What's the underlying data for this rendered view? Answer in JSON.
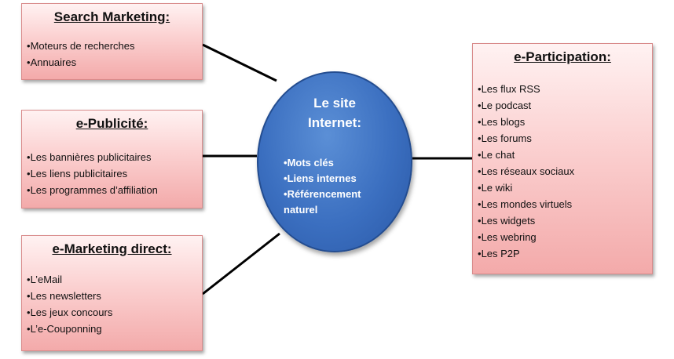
{
  "hub": {
    "title": "Le site\nInternet:",
    "items": [
      "Mots clés",
      "Liens internes",
      "Référencement naturel"
    ]
  },
  "boxes": {
    "search": {
      "title": "Search Marketing:",
      "items": [
        "Moteurs de recherches",
        "Annuaires"
      ]
    },
    "publicite": {
      "title": "e-Publicité:",
      "items": [
        "Les bannières publicitaires",
        "Les liens publicitaires",
        "Les programmes d’affiliation"
      ]
    },
    "direct": {
      "title": "e-Marketing direct:",
      "items": [
        "L’eMail",
        "Les newsletters",
        "Les jeux concours",
        "L’e-Couponning"
      ]
    },
    "participation": {
      "title": "e-Participation:",
      "items": [
        "Les flux RSS",
        "Le podcast",
        "Les blogs",
        "Les forums",
        "Le chat",
        "Les réseaux sociaux",
        "Le wiki",
        "Les mondes virtuels",
        "Les widgets",
        "Les webring",
        "Les P2P"
      ]
    }
  },
  "colors": {
    "box_fill": "#f8c4c4",
    "hub_fill": "#3b6fc0",
    "connector": "#000000"
  }
}
